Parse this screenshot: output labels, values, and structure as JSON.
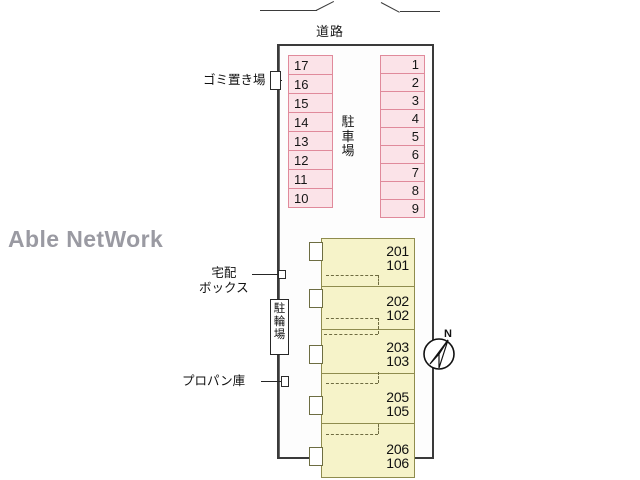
{
  "brand": {
    "name": "Able NetWork"
  },
  "road": {
    "label": "道路"
  },
  "parking": {
    "area_label_chars": [
      "駐",
      "車",
      "場"
    ],
    "left_column": [
      "17",
      "16",
      "15",
      "14",
      "13",
      "12",
      "11",
      "10"
    ],
    "right_column": [
      "1",
      "2",
      "3",
      "4",
      "5",
      "6",
      "7",
      "8",
      "9"
    ]
  },
  "building": {
    "units": [
      {
        "upper": "201",
        "lower": "101"
      },
      {
        "upper": "202",
        "lower": "102"
      },
      {
        "upper": "203",
        "lower": "103"
      },
      {
        "upper": "205",
        "lower": "105"
      },
      {
        "upper": "206",
        "lower": "106"
      }
    ]
  },
  "callouts": {
    "garbage": {
      "lines": [
        "ゴミ置き場"
      ]
    },
    "delivery_box": {
      "lines": [
        "宅配",
        "ボックス"
      ]
    },
    "propane": {
      "lines": [
        "プロパン庫"
      ]
    }
  },
  "bicycle_parking": {
    "chars": [
      "駐",
      "輪",
      "場"
    ]
  },
  "compass": {
    "label": "N"
  },
  "colors": {
    "stall_fill": "#fbe3e8",
    "stall_border": "#e08a9b",
    "unit_fill": "#f6f3c9",
    "unit_border": "#8f8c4e",
    "brand_text": "#9a9aa2",
    "line": "#3a3a3a"
  }
}
